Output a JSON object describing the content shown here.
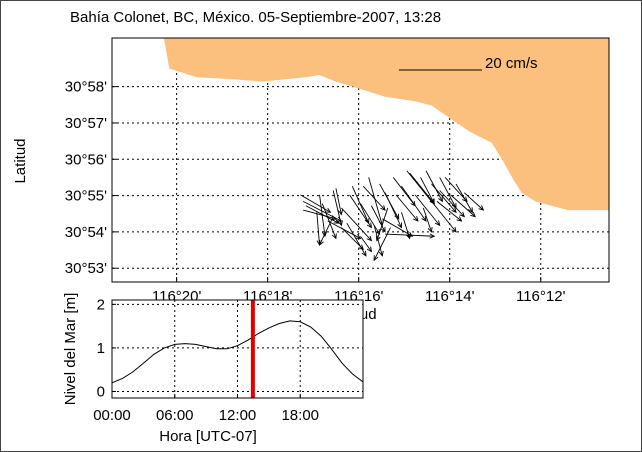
{
  "chart_data": [
    {
      "type": "vector-map",
      "title": "Bahía Colonet, BC, México. 05-Septiembre-2007, 13:28",
      "xlabel": "Longitud",
      "ylabel": "Latitud",
      "x_ticks": [
        "116°20'",
        "116°18'",
        "116°16'",
        "116°14'",
        "116°12'"
      ],
      "y_ticks": [
        "30°58'",
        "30°57'",
        "30°56'",
        "30°55'",
        "30°54'",
        "30°53'"
      ],
      "x_range_deg": [
        -116.357,
        -116.175
      ],
      "y_range_deg": [
        30.877,
        30.989
      ],
      "grid": true,
      "scale_label": "20 cm/s",
      "land_color": "#fbbf7e",
      "coastline": [
        [
          -116.357,
          30.989
        ],
        [
          -116.338,
          30.989
        ],
        [
          -116.336,
          30.975
        ],
        [
          -116.326,
          30.971
        ],
        [
          -116.312,
          30.97
        ],
        [
          -116.302,
          30.969
        ],
        [
          -116.294,
          30.97
        ],
        [
          -116.286,
          30.971
        ],
        [
          -116.281,
          30.972
        ],
        [
          -116.275,
          30.969
        ],
        [
          -116.267,
          30.966
        ],
        [
          -116.257,
          30.962
        ],
        [
          -116.246,
          30.96
        ],
        [
          -116.24,
          30.958
        ],
        [
          -116.233,
          30.952
        ],
        [
          -116.226,
          30.946
        ],
        [
          -116.218,
          30.941
        ],
        [
          -116.214,
          30.933
        ],
        [
          -116.21,
          30.924
        ],
        [
          -116.207,
          30.918
        ],
        [
          -116.202,
          30.914
        ],
        [
          -116.19,
          30.91
        ],
        [
          -116.175,
          30.91
        ],
        [
          -116.175,
          30.989
        ]
      ],
      "vectors": [
        [
          -116.288,
          30.917,
          -116.277,
          30.909
        ],
        [
          -116.287,
          30.914,
          -116.273,
          30.905
        ],
        [
          -116.286,
          30.912,
          -116.274,
          30.904
        ],
        [
          -116.287,
          30.91,
          -116.275,
          30.906
        ],
        [
          -116.282,
          30.909,
          -116.281,
          30.894
        ],
        [
          -116.281,
          30.917,
          -116.279,
          30.898
        ],
        [
          -116.28,
          30.913,
          -116.275,
          30.897
        ],
        [
          -116.278,
          30.905,
          -116.266,
          30.897
        ],
        [
          -116.276,
          30.907,
          -116.281,
          30.894
        ],
        [
          -116.276,
          30.919,
          -116.273,
          30.903
        ],
        [
          -116.275,
          30.92,
          -116.273,
          30.908
        ],
        [
          -116.273,
          30.911,
          -116.262,
          30.896
        ],
        [
          -116.273,
          30.902,
          -116.265,
          30.892
        ],
        [
          -116.27,
          30.917,
          -116.262,
          30.902
        ],
        [
          -116.271,
          30.904,
          -116.264,
          30.889
        ],
        [
          -116.269,
          30.921,
          -116.263,
          30.904
        ],
        [
          -116.266,
          30.913,
          -116.259,
          30.899
        ],
        [
          -116.266,
          30.898,
          -116.262,
          30.891
        ],
        [
          -116.265,
          30.921,
          -116.257,
          30.91
        ],
        [
          -116.263,
          30.925,
          -116.258,
          30.903
        ],
        [
          -116.262,
          30.912,
          -116.257,
          30.9
        ],
        [
          -116.261,
          30.903,
          -116.258,
          30.889
        ],
        [
          -116.259,
          30.922,
          -116.252,
          30.906
        ],
        [
          -116.258,
          30.906,
          -116.247,
          30.898
        ],
        [
          -116.257,
          30.918,
          -116.251,
          30.902
        ],
        [
          -116.256,
          30.911,
          -116.26,
          30.896
        ],
        [
          -116.255,
          30.902,
          -116.261,
          30.887
        ],
        [
          -116.254,
          30.925,
          -116.246,
          30.912
        ],
        [
          -116.253,
          30.917,
          -116.245,
          30.905
        ],
        [
          -116.251,
          30.921,
          -116.242,
          30.905
        ],
        [
          -116.251,
          30.909,
          -116.248,
          30.897
        ],
        [
          -116.248,
          30.927,
          -116.239,
          30.913
        ],
        [
          -116.246,
          30.917,
          -116.237,
          30.903
        ],
        [
          -116.244,
          30.925,
          -116.239,
          30.913
        ],
        [
          -116.243,
          30.911,
          -116.24,
          30.9
        ],
        [
          -116.242,
          30.928,
          -116.236,
          30.914
        ],
        [
          -116.24,
          30.922,
          -116.231,
          30.909
        ],
        [
          -116.238,
          30.914,
          -116.229,
          30.905
        ],
        [
          -116.237,
          30.925,
          -116.231,
          30.911
        ],
        [
          -116.237,
          30.919,
          -116.228,
          30.907
        ],
        [
          -116.235,
          30.925,
          -116.227,
          30.914
        ],
        [
          -116.233,
          30.917,
          -116.224,
          30.907
        ],
        [
          -116.231,
          30.922,
          -116.225,
          30.909
        ],
        [
          -116.228,
          30.918,
          -116.221,
          30.91
        ],
        [
          -116.249,
          30.928,
          -116.231,
          30.9
        ],
        [
          -116.257,
          30.899,
          -116.239,
          30.898
        ]
      ]
    },
    {
      "type": "line",
      "xlabel": "Hora [UTC-07]",
      "ylabel": "Nivel del Mar [m]",
      "x_tick_labels": [
        "00:00",
        "06:00",
        "12:00",
        "18:00"
      ],
      "x_tick_values": [
        0,
        6,
        12,
        18
      ],
      "y_ticks": [
        0,
        1,
        2
      ],
      "xlim": [
        0,
        24
      ],
      "ylim": [
        -0.15,
        2.1
      ],
      "grid": true,
      "series": [
        {
          "values": [
            [
              0,
              0.2
            ],
            [
              1,
              0.3
            ],
            [
              2,
              0.45
            ],
            [
              3,
              0.65
            ],
            [
              4,
              0.85
            ],
            [
              5,
              1.0
            ],
            [
              6,
              1.08
            ],
            [
              7,
              1.1
            ],
            [
              8,
              1.08
            ],
            [
              9,
              1.03
            ],
            [
              10,
              0.98
            ],
            [
              11,
              0.98
            ],
            [
              12,
              1.05
            ],
            [
              13,
              1.18
            ],
            [
              14,
              1.33
            ],
            [
              15,
              1.46
            ],
            [
              16,
              1.56
            ],
            [
              17,
              1.62
            ],
            [
              18,
              1.6
            ],
            [
              19,
              1.48
            ],
            [
              20,
              1.27
            ],
            [
              21,
              0.97
            ],
            [
              22,
              0.65
            ],
            [
              23,
              0.4
            ],
            [
              24,
              0.22
            ]
          ]
        }
      ],
      "marker": {
        "x": 13.47,
        "color": "#e00000"
      }
    }
  ]
}
